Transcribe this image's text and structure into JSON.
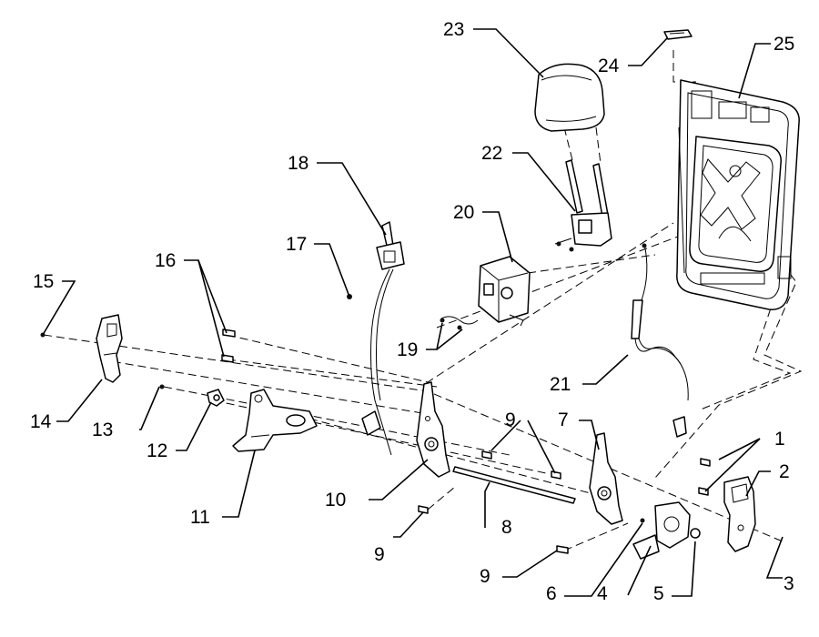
{
  "diagram": {
    "callouts": [
      {
        "id": "c1",
        "label": "1"
      },
      {
        "id": "c2",
        "label": "2"
      },
      {
        "id": "c3",
        "label": "3"
      },
      {
        "id": "c4",
        "label": "4"
      },
      {
        "id": "c5",
        "label": "5"
      },
      {
        "id": "c6",
        "label": "6"
      },
      {
        "id": "c7",
        "label": "7"
      },
      {
        "id": "c8",
        "label": "8"
      },
      {
        "id": "c9a",
        "label": "9"
      },
      {
        "id": "c9b",
        "label": "9"
      },
      {
        "id": "c9c",
        "label": "9"
      },
      {
        "id": "c10",
        "label": "10"
      },
      {
        "id": "c11",
        "label": "11"
      },
      {
        "id": "c12",
        "label": "12"
      },
      {
        "id": "c13",
        "label": "13"
      },
      {
        "id": "c14",
        "label": "14"
      },
      {
        "id": "c15",
        "label": "15"
      },
      {
        "id": "c16",
        "label": "16"
      },
      {
        "id": "c17",
        "label": "17"
      },
      {
        "id": "c18",
        "label": "18"
      },
      {
        "id": "c19",
        "label": "19"
      },
      {
        "id": "c20",
        "label": "20"
      },
      {
        "id": "c21",
        "label": "21"
      },
      {
        "id": "c22",
        "label": "22"
      },
      {
        "id": "c23",
        "label": "23"
      },
      {
        "id": "c24",
        "label": "24"
      },
      {
        "id": "c25",
        "label": "25"
      }
    ]
  }
}
